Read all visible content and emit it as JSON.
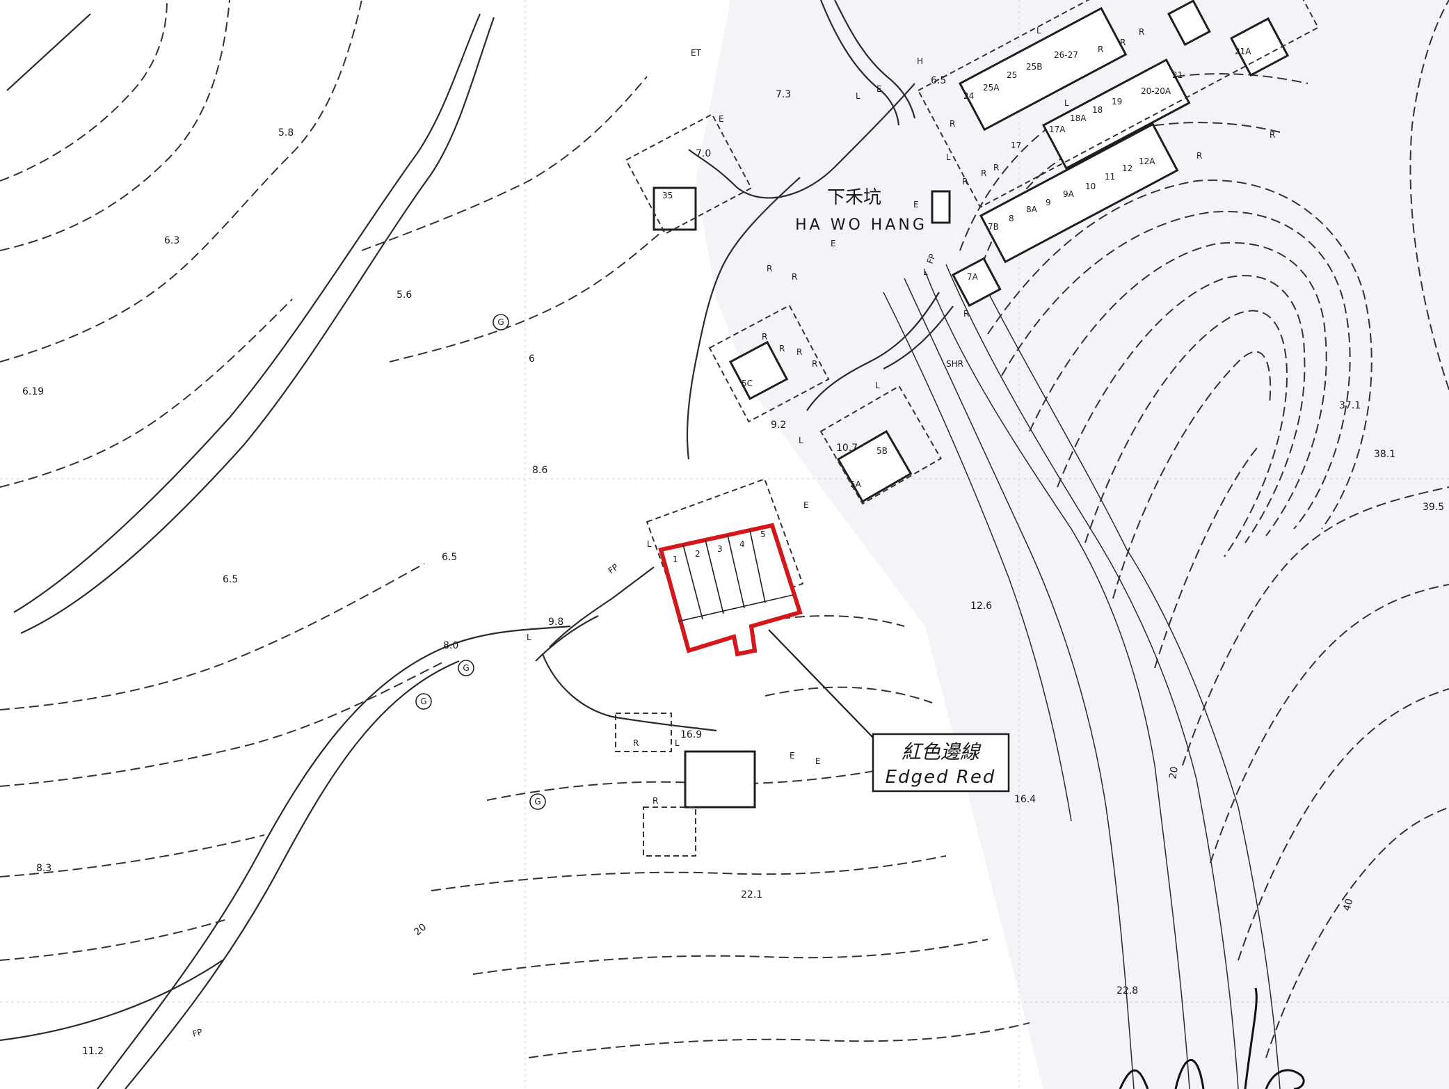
{
  "map": {
    "village_name_zh": "下禾坑",
    "village_name_en": "HA WO HANG",
    "legend": {
      "zh": "紅色邊線",
      "en": "Edged Red"
    },
    "colors": {
      "paper": "#ffffff",
      "shade": "#e9ebf3",
      "ink": "#1f1f1f",
      "edged_red": "#d3181c"
    },
    "spot_heights": [
      "7.3",
      "6.5",
      "7.0",
      "5.8",
      "6.3",
      "5.6",
      "6.19",
      "6",
      "8.6",
      "9.2",
      "10.7",
      "6.5",
      "6.5",
      "9.8",
      "12.6",
      "37.1",
      "38.1",
      "39.5",
      "8.0",
      "16.9",
      "16.4",
      "8.3",
      "22.1",
      "22.8",
      "11.2",
      "20",
      "40",
      "20"
    ],
    "house_lots": [
      "35",
      "5C",
      "5A",
      "5B",
      "7A",
      "7B",
      "8",
      "8A",
      "9",
      "9A",
      "10",
      "11",
      "12",
      "12A",
      "17",
      "17A",
      "18A",
      "18",
      "19",
      "20-20A",
      "21",
      "21A",
      "24",
      "25A",
      "25",
      "25B",
      "26-27"
    ],
    "red_lot_units": [
      "1",
      "2",
      "3",
      "4",
      "5"
    ],
    "features": {
      "lamp_posts": [
        "L",
        "L",
        "L",
        "L",
        "L",
        "L",
        "L",
        "L",
        "L",
        "L"
      ],
      "electric": [
        "E",
        "E",
        "E",
        "E",
        "E",
        "E",
        "E"
      ],
      "other_points": [
        "ET",
        "H",
        "SHR"
      ],
      "footpaths": [
        "FP",
        "FP",
        "FP"
      ],
      "graves": [
        "G",
        "G",
        "G",
        "G"
      ],
      "ruins": [
        "R",
        "R",
        "R",
        "R",
        "R",
        "R",
        "R",
        "R",
        "R",
        "R",
        "R",
        "R",
        "R",
        "R",
        "R",
        "R",
        "R",
        "R"
      ]
    }
  }
}
